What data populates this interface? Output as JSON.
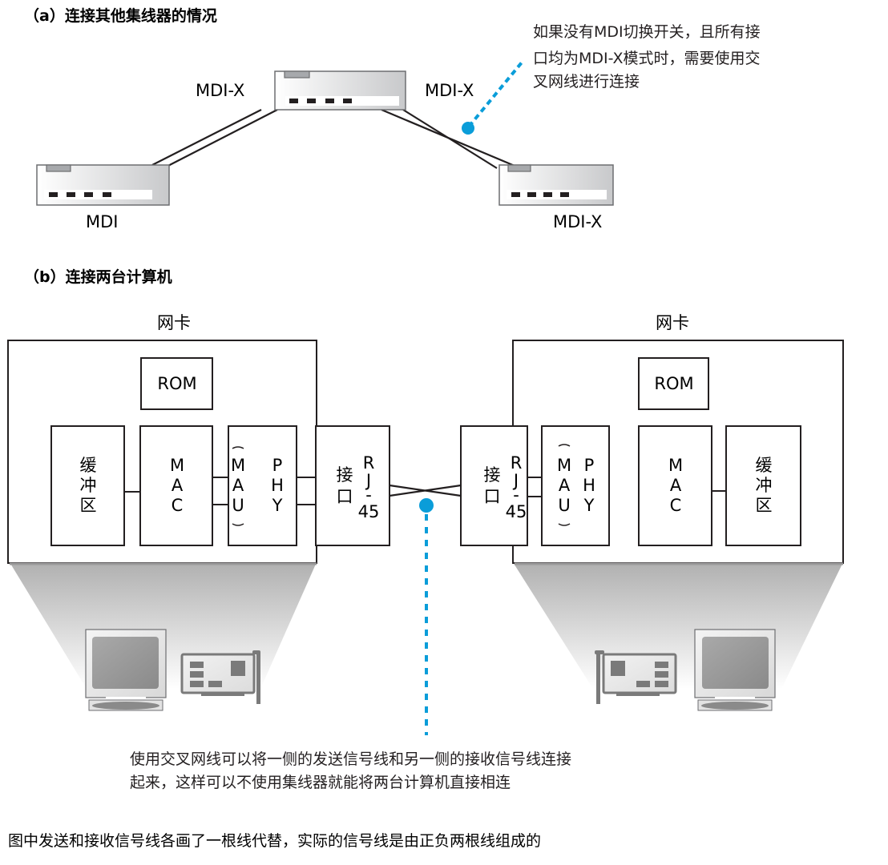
{
  "part_a": {
    "title": "（a）连接其他集线器的情况",
    "hubs": [
      {
        "id": "hub-top",
        "label": "MDI-X",
        "label_side": "left",
        "ports": 4
      },
      {
        "id": "hub-left",
        "label": "MDI",
        "label_side": "below",
        "ports": 4
      },
      {
        "id": "hub-right",
        "label": "MDI-X",
        "label_side": "below",
        "ports": 4
      }
    ],
    "top_hub_right_label": "MDI-X",
    "connections": [
      {
        "from": "hub-left",
        "to": "hub-top",
        "type": "straight"
      },
      {
        "from": "hub-top",
        "to": "hub-right",
        "type": "crossover"
      }
    ],
    "callout": {
      "lines": [
        "如果没有MDI切换开关，且所有接",
        "口均为MDI-X模式时，需要使用交",
        "叉网线进行连接"
      ]
    }
  },
  "part_b": {
    "title": "（b）连接两台计算机",
    "nics": [
      {
        "id": "nic-left",
        "title": "网卡",
        "rom": "ROM",
        "blocks": [
          {
            "name": "buffer",
            "text": [
              "缓",
              "冲",
              "区"
            ]
          },
          {
            "name": "mac",
            "text": [
              "M",
              "A",
              "C"
            ]
          },
          {
            "name": "phy",
            "text_left": [
              "M",
              "A",
              "U"
            ],
            "text_right": [
              "P",
              "H",
              "Y"
            ]
          },
          {
            "name": "rj45",
            "text_left": [
              "接",
              "口"
            ],
            "text_right": [
              "R",
              "J",
              "-",
              "45"
            ]
          }
        ]
      },
      {
        "id": "nic-right",
        "title": "网卡",
        "rom": "ROM",
        "blocks": [
          {
            "name": "rj45",
            "text_left": [
              "接",
              "口"
            ],
            "text_right": [
              "R",
              "J",
              "-",
              "45"
            ]
          },
          {
            "name": "phy",
            "text_left": [
              "M",
              "A",
              "U"
            ],
            "text_right": [
              "P",
              "H",
              "Y"
            ]
          },
          {
            "name": "mac",
            "text": [
              "M",
              "A",
              "C"
            ]
          },
          {
            "name": "buffer",
            "text": [
              "缓",
              "冲",
              "区"
            ]
          }
        ]
      }
    ],
    "callout": {
      "lines": [
        "使用交叉网线可以将一侧的发送信号线和另一侧的接收信号线连接",
        "起来，这样可以不使用集线器就能将两台计算机直接相连"
      ]
    }
  },
  "footnote": "图中发送和接收信号线各画了一根线代替，实际的信号线是由正负两根线组成的",
  "colors": {
    "accent": "#0a9dd9",
    "line": "#231f20",
    "hub_border": "#6d6e71",
    "hub_tab": "#a7a9ac",
    "shadow": "#b3b3b3",
    "icon_gray": "#7a7a7a"
  },
  "icons": [
    "monitor-icon",
    "network-card-icon"
  ]
}
